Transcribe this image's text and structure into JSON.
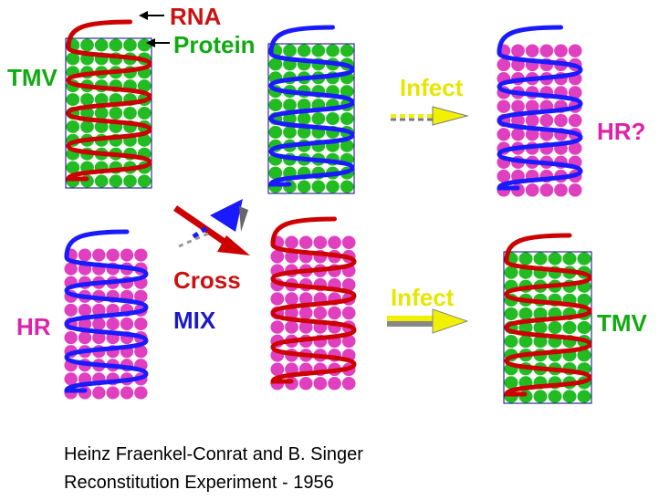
{
  "labels": {
    "rna": "RNA",
    "protein": "Protein",
    "tmv_left": "TMV",
    "hr_left": "HR",
    "infect_top": "Infect",
    "infect_bottom": "Infect",
    "hr_result": "HR?",
    "tmv_result": "TMV",
    "cross": "Cross",
    "mix": "MIX"
  },
  "caption": {
    "line1": "Heinz Fraenkel-Conrat and B. Singer",
    "line2": "Reconstitution Experiment - 1956"
  },
  "colors": {
    "rna_tmv": "#cc0000",
    "rna_hr": "#1a1aff",
    "protein_tmv": "#22bb22",
    "protein_hr": "#e040c0",
    "label_green": "#11aa11",
    "label_magenta": "#dd22aa",
    "label_red": "#cc1111",
    "label_blue": "#1a1acc",
    "label_infect": "#e6e600",
    "arrow_yellow": "#f0f000"
  }
}
